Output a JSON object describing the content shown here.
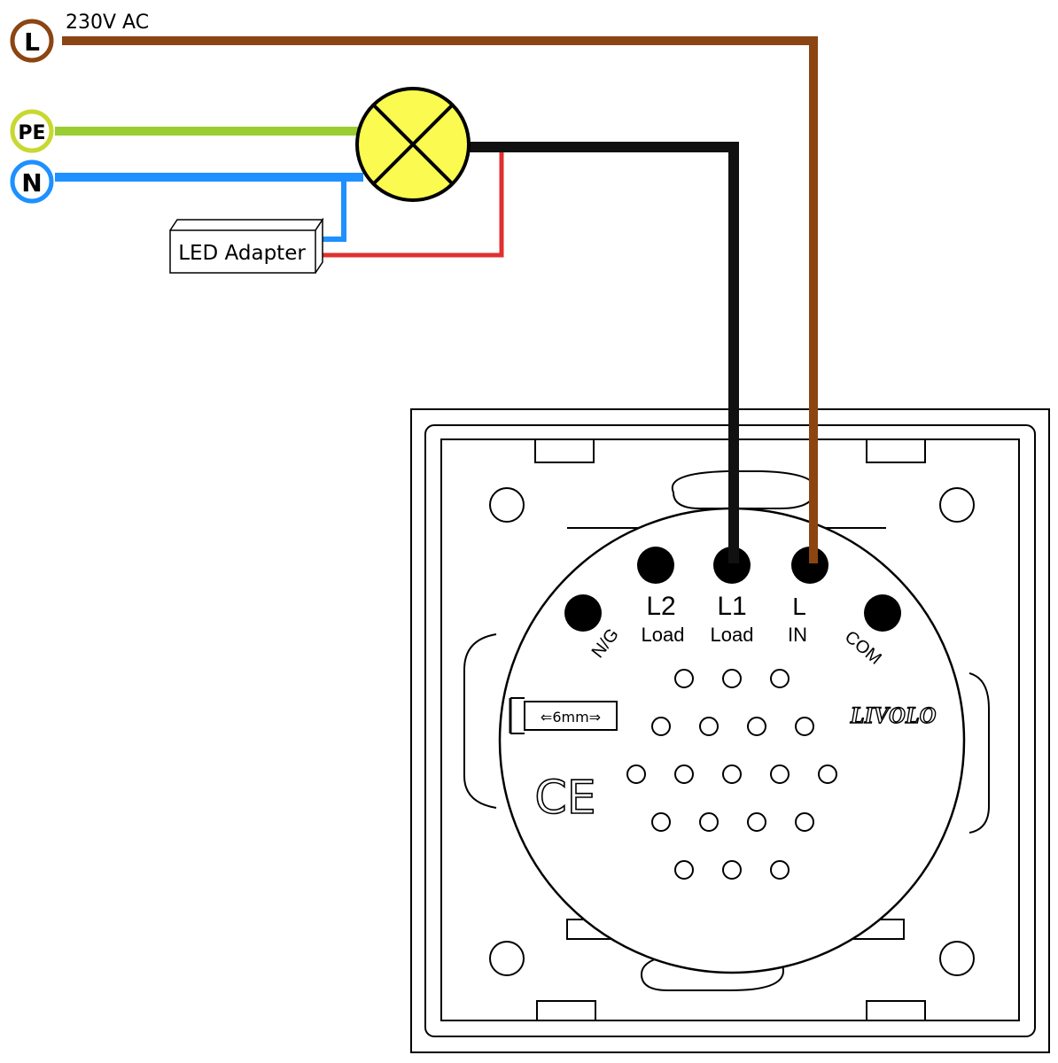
{
  "supply": {
    "voltage_label": "230V AC",
    "line_terminal": "L",
    "earth_terminal": "PE",
    "neutral_terminal": "N"
  },
  "adapter": {
    "label": "LED Adapter"
  },
  "switch_module": {
    "terminals": {
      "ng": "N/G",
      "l2": "L2",
      "l2_sub": "Load",
      "l1": "L1",
      "l1_sub": "Load",
      "l": "L",
      "l_sub": "IN",
      "com": "COM"
    },
    "strip_length": "⇐6mm⇒",
    "brand": "LIVOLO",
    "ce_mark": "CE"
  },
  "colors": {
    "live_wire": "#8b4513",
    "earth_wire": "#9acd32",
    "neutral_wire": "#1e90ff",
    "load_wire": "#111111",
    "adapter_wire": "#e03030",
    "lamp_fill": "#fafa50",
    "line_badge_ring": "#8b4513",
    "earth_badge_ring": "#c8d830",
    "neutral_badge_ring": "#1e90ff"
  }
}
